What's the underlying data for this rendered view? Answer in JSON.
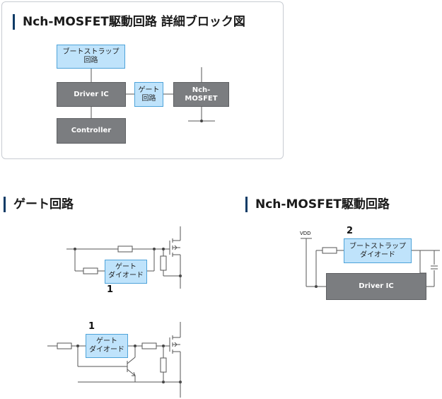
{
  "top_panel": {
    "title": "Nch-MOSFET駆動回路 詳細ブロック図",
    "bootstrap_box": {
      "line1": "ブートストラップ",
      "line2": "回路"
    },
    "driver_ic_box": "Driver IC",
    "gate_box": {
      "line1": "ゲート",
      "line2": "回路"
    },
    "mosfet_box": {
      "line1": "Nch-",
      "line2": "MOSFET"
    },
    "controller_box": "Controller"
  },
  "gate_section": {
    "title": "ゲート回路",
    "circuit1": {
      "box_line1": "ゲート",
      "box_line2": "ダイオード",
      "label": "1"
    },
    "circuit2": {
      "box_line1": "ゲート",
      "box_line2": "ダイオード",
      "label": "1"
    }
  },
  "drive_section": {
    "title": "Nch-MOSFET駆動回路",
    "vdd_label": "VDD",
    "bootstrap_box": {
      "line1": "ブートストラップ",
      "line2": "ダイオード"
    },
    "label": "2",
    "driver_ic_box": "Driver IC"
  }
}
